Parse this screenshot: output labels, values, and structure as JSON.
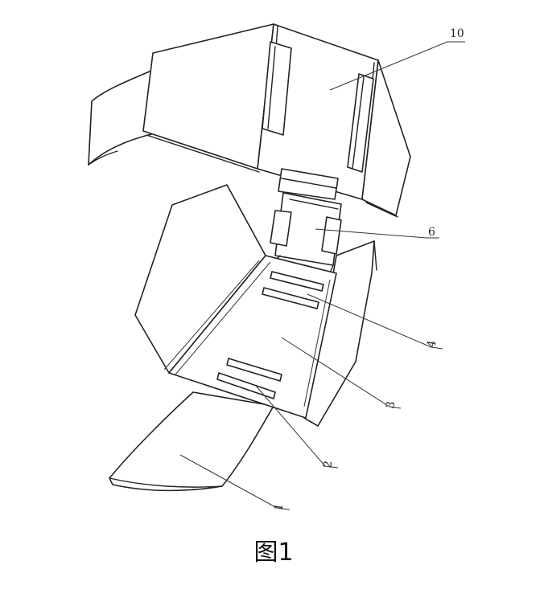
{
  "figure": {
    "caption": "图1",
    "callouts": [
      {
        "id": "10",
        "label": "10"
      },
      {
        "id": "6",
        "label": "6"
      },
      {
        "id": "4",
        "label": "4"
      },
      {
        "id": "3",
        "label": "3"
      },
      {
        "id": "2",
        "label": "2"
      },
      {
        "id": "1",
        "label": "1"
      }
    ]
  },
  "colors": {
    "line": "#222222",
    "background": "#ffffff"
  }
}
